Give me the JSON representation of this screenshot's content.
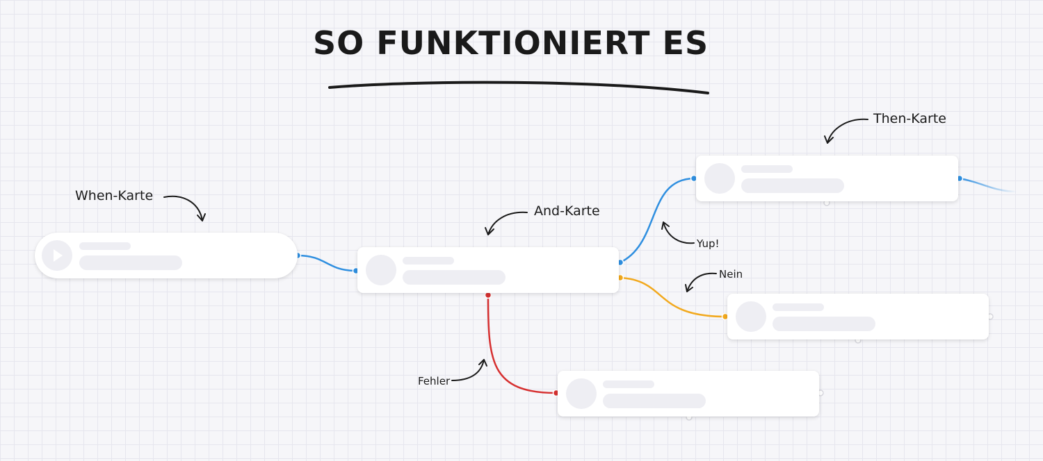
{
  "header": {
    "title": "So funktioniert es"
  },
  "annotations": {
    "when_card": "When-Karte",
    "and_card": "And-Karte",
    "then_card": "Then-Karte",
    "yup": "Yup!",
    "nein": "Nein",
    "fehler": "Fehler"
  },
  "colors": {
    "success_link": "#2f8fe0",
    "alternate_link": "#f2a91e",
    "error_link": "#d63030",
    "card_placeholder": "#eeeef3",
    "background": "#f6f6f9"
  },
  "icons": {
    "when_card": "play-icon"
  }
}
